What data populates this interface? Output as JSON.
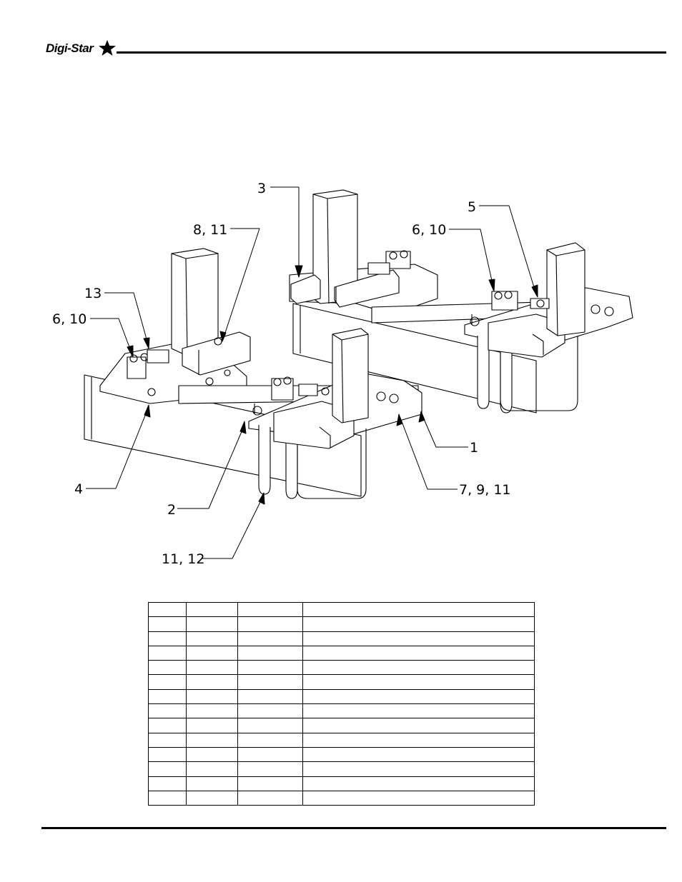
{
  "header": {
    "logo_text": "Digi-Star"
  },
  "callouts": [
    {
      "id": "c3",
      "text": "3"
    },
    {
      "id": "c5",
      "text": "5"
    },
    {
      "id": "c8-11",
      "text": "8, 11"
    },
    {
      "id": "c6-10-right",
      "text": "6, 10"
    },
    {
      "id": "c13",
      "text": "13"
    },
    {
      "id": "c6-10-left",
      "text": "6, 10"
    },
    {
      "id": "c1",
      "text": "1"
    },
    {
      "id": "c7-9-11",
      "text": "7, 9, 11"
    },
    {
      "id": "c4",
      "text": "4"
    },
    {
      "id": "c2",
      "text": "2"
    },
    {
      "id": "c11-12",
      "text": "11, 12"
    }
  ],
  "parts_table": {
    "rows": [
      [
        "",
        "",
        "",
        ""
      ],
      [
        "",
        "",
        "",
        ""
      ],
      [
        "",
        "",
        "",
        ""
      ],
      [
        "",
        "",
        "",
        ""
      ],
      [
        "",
        "",
        "",
        ""
      ],
      [
        "",
        "",
        "",
        ""
      ],
      [
        "",
        "",
        "",
        ""
      ],
      [
        "",
        "",
        "",
        ""
      ],
      [
        "",
        "",
        "",
        ""
      ],
      [
        "",
        "",
        "",
        ""
      ],
      [
        "",
        "",
        "",
        ""
      ],
      [
        "",
        "",
        "",
        ""
      ],
      [
        "",
        "",
        "",
        ""
      ],
      [
        "",
        "",
        "",
        ""
      ]
    ]
  },
  "colors": {
    "ink": "#000000",
    "paper": "#ffffff"
  },
  "icons": {
    "logo_star": "star-icon"
  }
}
